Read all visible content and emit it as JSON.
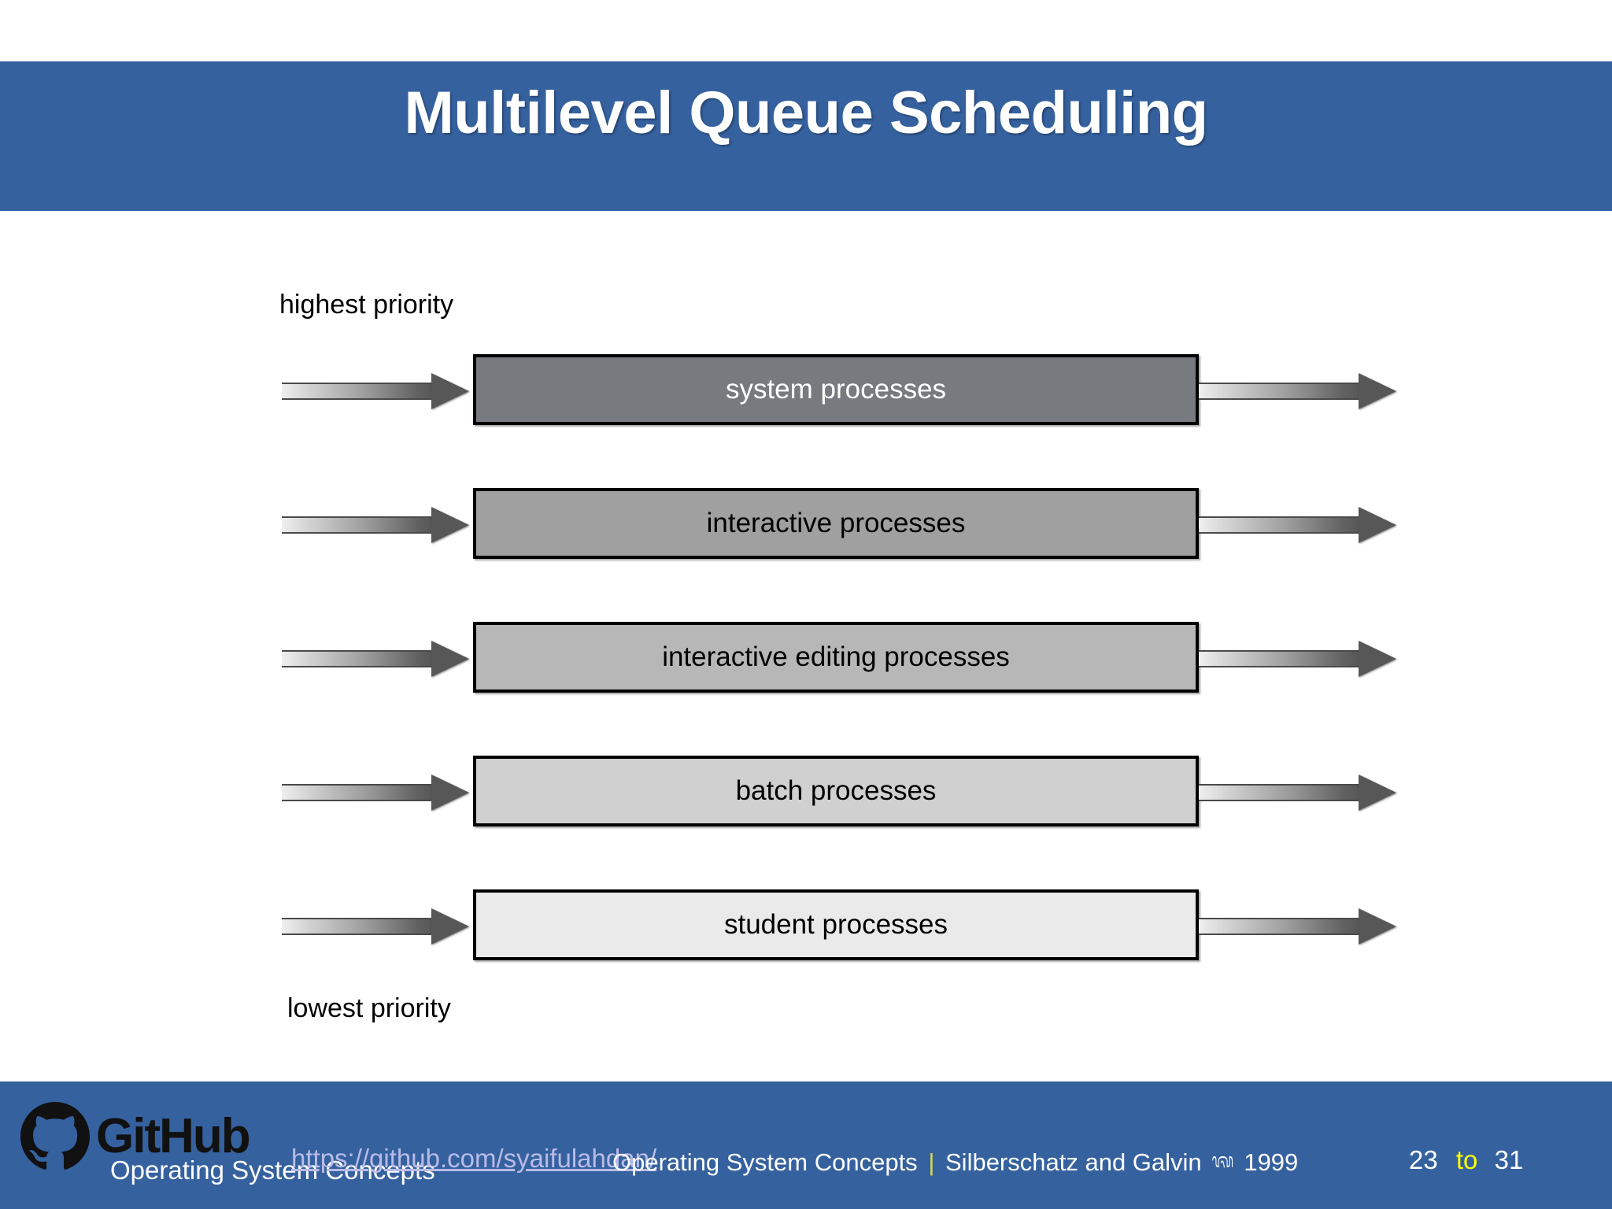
{
  "slide": {
    "title": "Multilevel Queue Scheduling",
    "header_color": "#35619f",
    "footer_color": "#35619f"
  },
  "diagram": {
    "top_label": "highest priority",
    "bottom_label": "lowest priority",
    "queues": [
      {
        "label": "system processes",
        "fill": "#777a7e",
        "text_color": "#ffffff"
      },
      {
        "label": "interactive processes",
        "fill": "#a0a0a0",
        "text_color": "#000000"
      },
      {
        "label": "interactive editing processes",
        "fill": "#b7b7b7",
        "text_color": "#000000"
      },
      {
        "label": "batch processes",
        "fill": "#d0d0d0",
        "text_color": "#000000"
      },
      {
        "label": "student processes",
        "fill": "#eaeaea",
        "text_color": "#000000"
      }
    ]
  },
  "footer": {
    "github_wordmark": "GitHub",
    "github_url": "https://github.com/syaifulahdan/",
    "course_overlay": "Operating System Concepts",
    "citation_book": "Operating System Concepts",
    "citation_separator": "|",
    "citation_authors": "Silberschatz and Galvin",
    "citation_caret": "ᬰ",
    "citation_year": "1999",
    "page_current": "23",
    "page_to": "to",
    "page_total": "31",
    "accent_yellow": "#ffff00",
    "link_color": "#b9bbe8"
  }
}
